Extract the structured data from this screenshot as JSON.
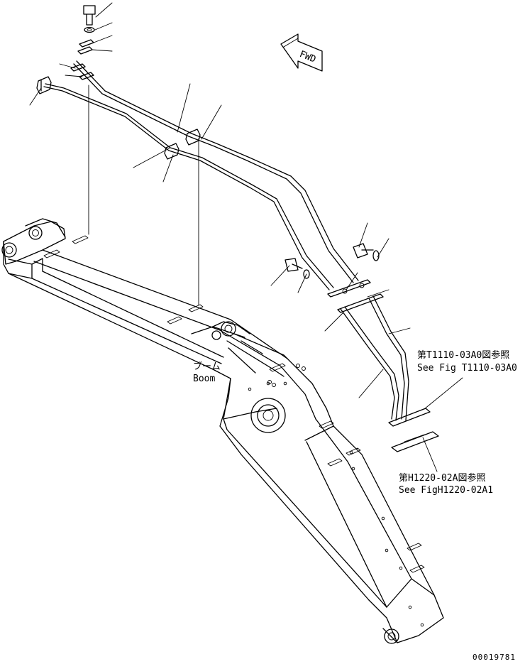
{
  "forward_arrow": {
    "label": "FWD"
  },
  "boom_label": {
    "japanese": "ブーム",
    "english": "Boom"
  },
  "reference_1": {
    "japanese": "第T1110-03A0図参照",
    "english": "See Fig T1110-03A0"
  },
  "reference_2": {
    "japanese": "第H1220-02A図参照",
    "english": "See FigH1220-02A1"
  },
  "drawing_number": "00019781"
}
